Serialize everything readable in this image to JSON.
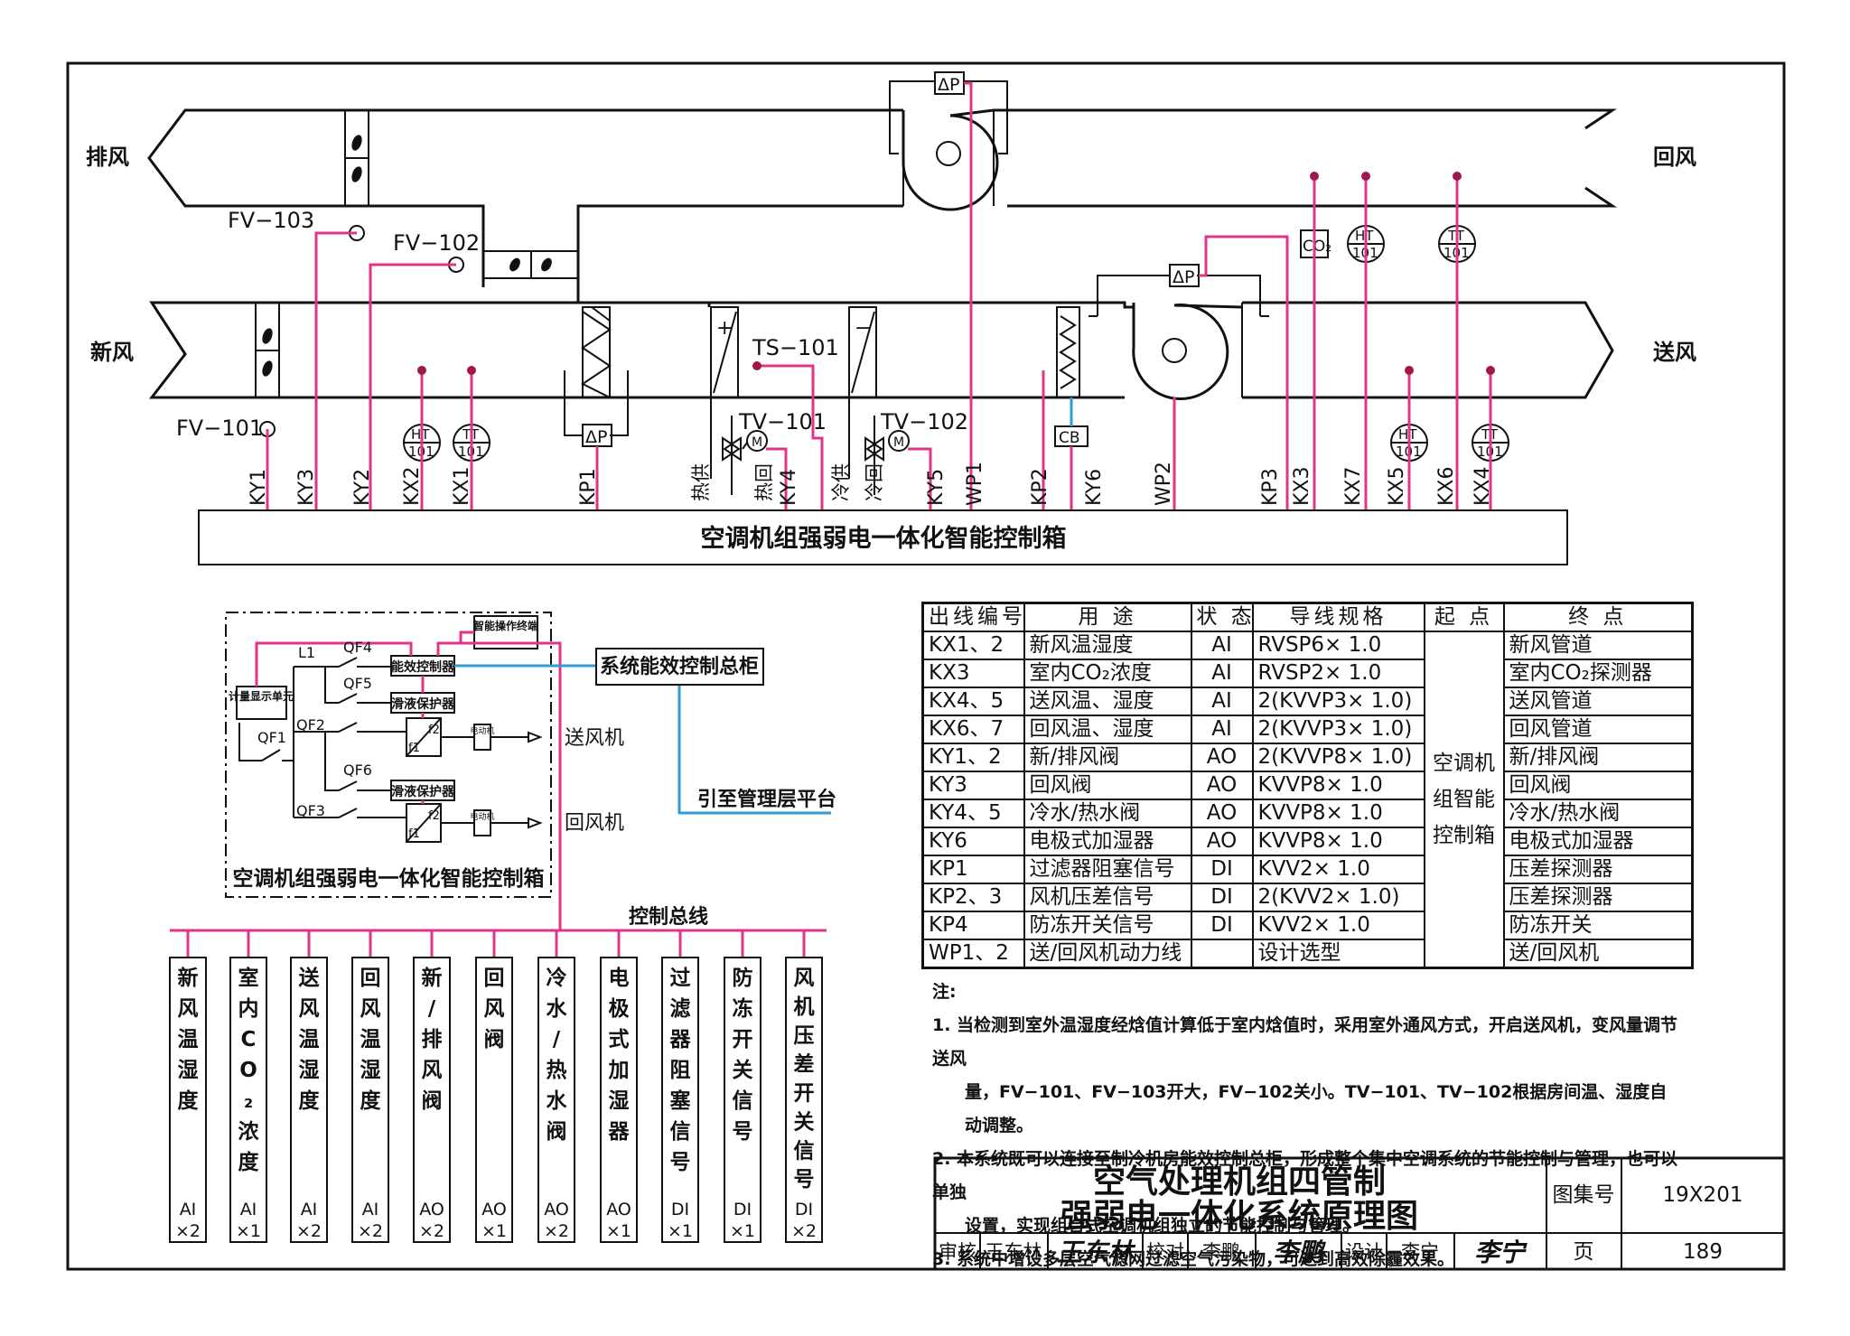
{
  "duct": {
    "exhaust_label": "排风",
    "return_label": "回风",
    "fresh_label": "新风",
    "supply_label": "送风",
    "dp_label": "ΔP",
    "fv103": "FV−103",
    "fv102": "FV−102",
    "fv101": "FV−101",
    "ts101": "TS−101",
    "tv101": "TV−101",
    "tv102": "TV−102",
    "co2": "CO₂",
    "ht": "HT",
    "tt": "TT",
    "tag_num": "101",
    "cb": "CB",
    "m": "M",
    "plus": "+",
    "minus": "−",
    "hot_supply": "热供",
    "hot_return": "热回",
    "cold_supply": "冷供",
    "cold_return": "冷回"
  },
  "terminals": [
    "KY1",
    "KY3",
    "KY2",
    "KX2",
    "KX1",
    "KP1",
    "KY4",
    "KY5",
    "WP1",
    "KP2",
    "KY6",
    "WP2",
    "KP3",
    "KX3",
    "KX7",
    "KX5",
    "KX6",
    "KX4"
  ],
  "control_box_title": "空调机组强弱电一体化智能控制箱",
  "panel": {
    "title": "空调机组强弱电一体化智能控制箱",
    "l1": "L1",
    "qf1": "QF1",
    "qf2": "QF2",
    "qf3": "QF3",
    "qf4": "QF4",
    "qf5": "QF5",
    "qf6": "QF6",
    "meter_unit": "计量显示单元",
    "energy_ctrl": "能效控制器",
    "smart_terminal": "智能操作终端",
    "protector1": "滑液保护器",
    "protector2": "滑液保护器",
    "vfd_f1": "f1",
    "vfd_f2": "f2",
    "motor1": "电动机",
    "motor2": "电动机",
    "supply_fan": "送风机",
    "return_fan": "回风机",
    "cabinet": "系统能效控制总柜",
    "mgmt": "引至管理层平台",
    "bus": "控制总线"
  },
  "bus_columns": [
    {
      "name": "新风温湿度",
      "type": "AI",
      "count": "×2"
    },
    {
      "name": "室内CO₂浓度",
      "type": "AI",
      "count": "×1"
    },
    {
      "name": "送风温湿度",
      "type": "AI",
      "count": "×2"
    },
    {
      "name": "回风温湿度",
      "type": "AI",
      "count": "×2"
    },
    {
      "name": "新/排风阀",
      "type": "AO",
      "count": "×2"
    },
    {
      "name": "回风阀",
      "type": "AO",
      "count": "×1"
    },
    {
      "name": "冷水/热水阀",
      "type": "AO",
      "count": "×2"
    },
    {
      "name": "电极式加湿器",
      "type": "AO",
      "count": "×1"
    },
    {
      "name": "过滤器阻塞信号",
      "type": "DI",
      "count": "×1"
    },
    {
      "name": "防冻开关信号",
      "type": "DI",
      "count": "×1"
    },
    {
      "name": "风机压差开关信号",
      "type": "DI",
      "count": "×2"
    }
  ],
  "table": {
    "headers": [
      "出线编号",
      "用 途",
      "状 态",
      "导线规格",
      "起 点",
      "终 点"
    ],
    "origin": "空调机组智能控制箱",
    "rows": [
      [
        "KX1、2",
        "新风温湿度",
        "AI",
        "RVSP6× 1.0",
        "新风管道"
      ],
      [
        "KX3",
        "室内CO₂浓度",
        "AI",
        "RVSP2× 1.0",
        "室内CO₂探测器"
      ],
      [
        "KX4、5",
        "送风温、湿度",
        "AI",
        "2(KVVP3× 1.0)",
        "送风管道"
      ],
      [
        "KX6、7",
        "回风温、湿度",
        "AI",
        "2(KVVP3× 1.0)",
        "回风管道"
      ],
      [
        "KY1、2",
        "新/排风阀",
        "AO",
        "2(KVVP8× 1.0)",
        "新/排风阀"
      ],
      [
        "KY3",
        "回风阀",
        "AO",
        "KVVP8× 1.0",
        "回风阀"
      ],
      [
        "KY4、5",
        "冷水/热水阀",
        "AO",
        "KVVP8× 1.0",
        "冷水/热水阀"
      ],
      [
        "KY6",
        "电极式加湿器",
        "AO",
        "KVVP8× 1.0",
        "电极式加湿器"
      ],
      [
        "KP1",
        "过滤器阻塞信号",
        "DI",
        "KVV2× 1.0",
        "压差探测器"
      ],
      [
        "KP2、3",
        "风机压差信号",
        "DI",
        "2(KVV2× 1.0)",
        "压差探测器"
      ],
      [
        "KP4",
        "防冻开关信号",
        "DI",
        "KVV2× 1.0",
        "防冻开关"
      ],
      [
        "WP1、2",
        "送/回风机动力线",
        "",
        "设计选型",
        "送/回风机"
      ]
    ]
  },
  "notes": {
    "heading": "注:",
    "n1a": "1. 当检测到室外温湿度经焓值计算低于室内焓值时，采用室外通风方式，开启送风机，变风量调节送风",
    "n1b": "量，FV−101、FV−103开大，FV−102关小。TV−101、TV−102根据房间温、湿度自动调整。",
    "n2a": "2. 本系统既可以连接至制冷机房能效控制总柜，形成整个集中空调系统的节能控制与管理，也可以单独",
    "n2b": "设置，实现组合式空调机组独立的节能控制与管理。",
    "n3": "3. 系统中增设多层空气滤网过滤空气污染物，可达到高效除霾效果。"
  },
  "titleblock": {
    "title1": "空气处理机组四管制",
    "title2": "强弱电一体化系统原理图",
    "atlas_label": "图集号",
    "atlas_no": "19X201",
    "page_label": "页",
    "page_no": "189",
    "review_label": "审核",
    "reviewer": "王东林",
    "reviewer_sig": "王东林",
    "check_label": "校对",
    "checker": "李鹏",
    "checker_sig": "李鹏",
    "design_label": "设计",
    "designer": "李宁",
    "designer_sig": "李宁"
  }
}
